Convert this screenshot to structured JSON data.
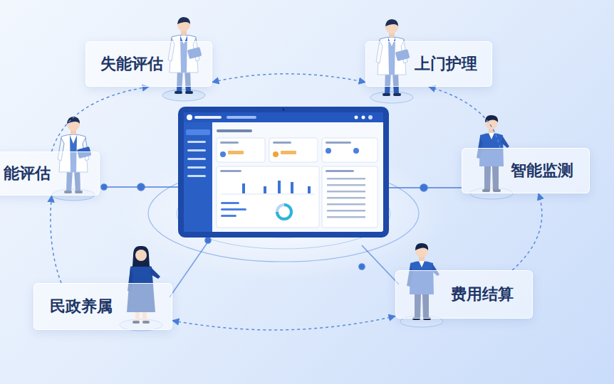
{
  "diagram": {
    "nodes": [
      {
        "text": [
          "失能评估"
        ]
      },
      {
        "text": [
          "上门护理"
        ]
      },
      {
        "text": [
          "能评估"
        ]
      },
      {
        "text": [
          "智能监测"
        ]
      },
      {
        "text": [
          "民政养属"
        ]
      },
      {
        "text": [
          "费用结算"
        ]
      }
    ],
    "edges": [
      {
        "from": 0,
        "to": 1,
        "arrow": "both"
      },
      {
        "from": 2,
        "to": 0,
        "arrow": "to"
      },
      {
        "from": 3,
        "to": 1,
        "arrow": "to"
      },
      {
        "from": 4,
        "to": 2,
        "arrow": "to"
      },
      {
        "from": 5,
        "to": 3,
        "arrow": "to"
      },
      {
        "from": 4,
        "to": 5,
        "arrow": "both"
      }
    ]
  }
}
